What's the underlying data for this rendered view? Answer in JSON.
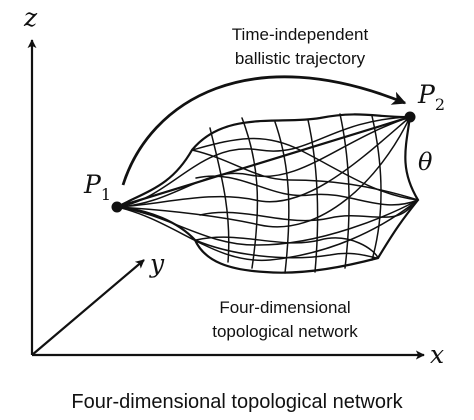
{
  "axes": {
    "z_label": "z",
    "y_label": "y",
    "x_label": "x"
  },
  "points": {
    "p1": {
      "base": "P",
      "sub": "1"
    },
    "p2": {
      "base": "P",
      "sub": "2"
    }
  },
  "angle_label": "θ",
  "trajectory_label": {
    "line1": "Time-independent",
    "line2": "ballistic trajectory"
  },
  "network_label": {
    "line1": "Four-dimensional",
    "line2": "topological network"
  },
  "caption": "Four-dimensional topological network",
  "colors": {
    "ink": "#111111",
    "background": "#ffffff"
  }
}
